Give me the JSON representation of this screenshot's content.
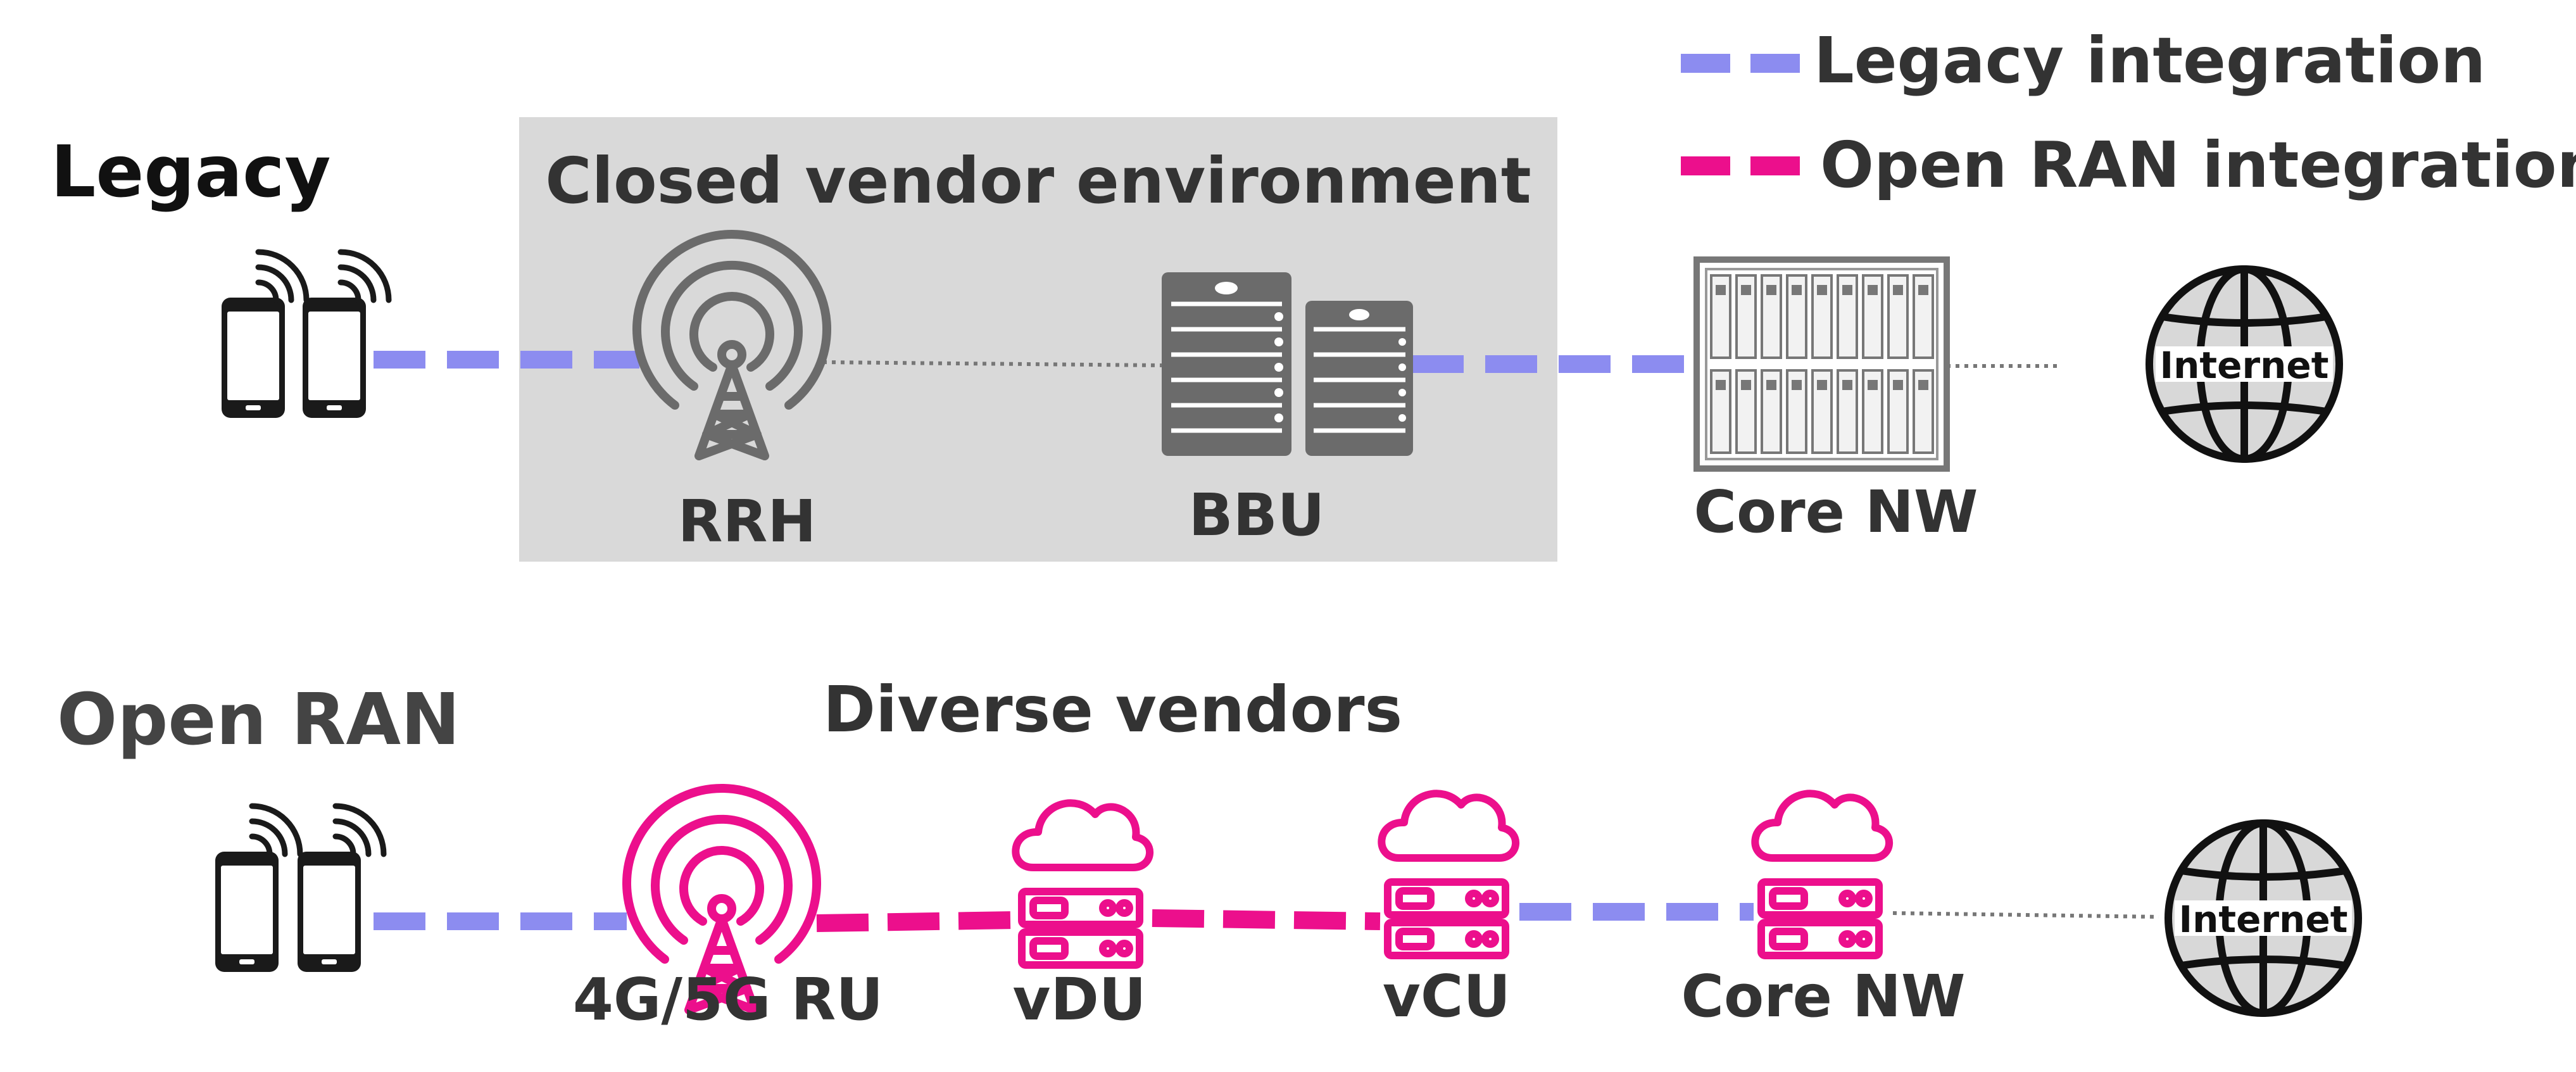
{
  "legend": {
    "legacy_label": "Legacy integration",
    "open_label": "Open RAN integration"
  },
  "legacy": {
    "row_title": "Legacy",
    "box_title": "Closed vendor environment",
    "rrh_label": "RRH",
    "bbu_label": "BBU",
    "core_label": "Core NW",
    "internet_label": "Internet"
  },
  "open_ran": {
    "row_title": "Open RAN",
    "subtitle": "Diverse vendors",
    "ru_label": "4G/5G RU",
    "vdu_label": "vDU",
    "vcu_label": "vCU",
    "core_label": "Core NW",
    "internet_label": "Internet"
  },
  "icons": {
    "phone": "smartphone-pair-icon",
    "antenna": "radio-tower-icon",
    "server": "server-rack-icon",
    "cloud_server": "cloud-server-icon",
    "core": "server-cabinet-icon",
    "globe": "globe-icon"
  },
  "colors": {
    "legacy_line": "#8c8cf0",
    "open_line": "#ec0f8c",
    "box_fill": "#d9d9d9",
    "dark_text": "#333333",
    "icon_gray": "#6b6b6b"
  }
}
